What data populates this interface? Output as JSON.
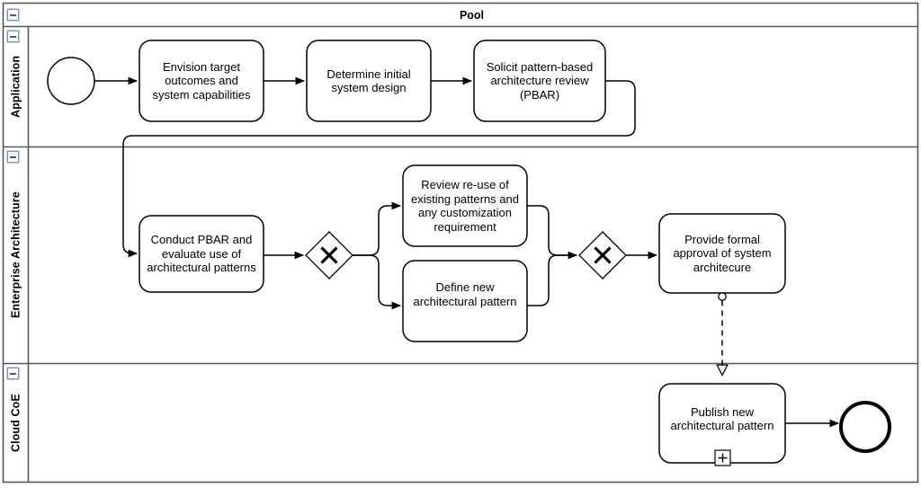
{
  "diagram": {
    "type": "bpmn-collaboration-diagram",
    "pool": {
      "name": "Pool",
      "collapse_icon": "minus-icon"
    },
    "lanes": [
      {
        "id": "application",
        "name": "Application",
        "collapse_icon": "minus-icon"
      },
      {
        "id": "enterprise-architecture",
        "name": "Enterprise Architecture",
        "collapse_icon": "minus-icon"
      },
      {
        "id": "cloud-coe",
        "name": "Cloud CoE",
        "collapse_icon": "minus-icon"
      }
    ],
    "events": [
      {
        "id": "start-event",
        "kind": "start-event",
        "lane": "application",
        "label": ""
      },
      {
        "id": "end-event",
        "kind": "end-event",
        "lane": "cloud-coe",
        "label": ""
      }
    ],
    "tasks": [
      {
        "id": "task-envision",
        "lane": "application",
        "label": "Envision target outcomes and system capabilities",
        "marker": "none"
      },
      {
        "id": "task-determine-design",
        "lane": "application",
        "label": "Determine initial system design",
        "marker": "none"
      },
      {
        "id": "task-solicit-pbar",
        "lane": "application",
        "label": "Solicit pattern-based architecture review (PBAR)",
        "marker": "none"
      },
      {
        "id": "task-conduct-pbar",
        "lane": "enterprise-architecture",
        "label": "Conduct PBAR and evaluate use of architectural patterns",
        "marker": "none"
      },
      {
        "id": "task-review-reuse",
        "lane": "enterprise-architecture",
        "label": "Review re-use of existing patterns and any customization requirement",
        "marker": "none"
      },
      {
        "id": "task-define-pattern",
        "lane": "enterprise-architecture",
        "label": "Define new architectural pattern",
        "marker": "none"
      },
      {
        "id": "task-provide-approval",
        "lane": "enterprise-architecture",
        "label": "Provide formal approval of system architecure",
        "marker": "none"
      },
      {
        "id": "task-publish-pattern",
        "lane": "cloud-coe",
        "label": "Publish new architectural pattern",
        "marker": "sub-process-plus"
      }
    ],
    "gateways": [
      {
        "id": "gateway-split",
        "kind": "exclusive-gateway",
        "symbol": "X",
        "lane": "enterprise-architecture"
      },
      {
        "id": "gateway-merge",
        "kind": "exclusive-gateway",
        "symbol": "X",
        "lane": "enterprise-architecture"
      }
    ],
    "sequence_flows": [
      {
        "from": "start-event",
        "to": "task-envision"
      },
      {
        "from": "task-envision",
        "to": "task-determine-design"
      },
      {
        "from": "task-determine-design",
        "to": "task-solicit-pbar"
      },
      {
        "from": "task-solicit-pbar",
        "to": "task-conduct-pbar"
      },
      {
        "from": "task-conduct-pbar",
        "to": "gateway-split"
      },
      {
        "from": "gateway-split",
        "to": "task-review-reuse"
      },
      {
        "from": "gateway-split",
        "to": "task-define-pattern"
      },
      {
        "from": "task-review-reuse",
        "to": "gateway-merge"
      },
      {
        "from": "task-define-pattern",
        "to": "gateway-merge"
      },
      {
        "from": "gateway-merge",
        "to": "task-provide-approval"
      },
      {
        "from": "task-publish-pattern",
        "to": "end-event"
      }
    ],
    "message_flows": [
      {
        "from": "task-provide-approval",
        "to": "task-publish-pattern",
        "style": "dashed"
      }
    ],
    "colors": {
      "stroke": "#000000",
      "pool_border": "#575757",
      "lane_divider": "#575757",
      "background": "#ffffff",
      "icon_border": "#7f93b0",
      "icon_fill": "#ffffff"
    }
  }
}
